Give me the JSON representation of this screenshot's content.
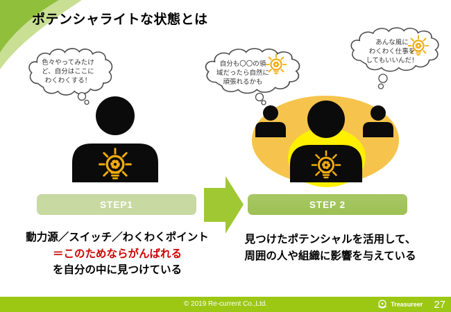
{
  "colors": {
    "green-dark": "#8FBF3B",
    "green-light": "#C9DF94",
    "green-footer": "#9CC713",
    "green-arrow": "#9FC832",
    "step1-bg": "#C8D9A2",
    "step2-bg": "#9DC153",
    "ellipse-yellow": "#F6C44C",
    "glow-yellow": "#FFF000",
    "bulb-orange": "#F2AC0D",
    "accent-red": "#CC0000"
  },
  "slide": {
    "title": "ポテンシャライトな状態とは"
  },
  "clouds": {
    "left": {
      "line1": "色々やってみたけ",
      "line2": "ど、自分はここに",
      "line3": "わくわくする！"
    },
    "middle": {
      "line1": "自分も〇〇の領",
      "line2": "域だったら自然に",
      "line3": "頑張れるかも"
    },
    "right": {
      "line1": "あんな風に",
      "line2": "わくわく仕事を",
      "line3": "してもいいんだ！"
    }
  },
  "steps": {
    "step1": {
      "label": "STEP1",
      "caption_line1": "動力源／スイッチ／わくわくポイント",
      "caption_line2": "＝このためならがんばれる",
      "caption_line3": "を自分の中に見つけている"
    },
    "step2": {
      "label": "STEP 2",
      "caption_line1": "見つけたポテンシャルを活用して、",
      "caption_line2": "周囲の人や組織に影響を与えている"
    }
  },
  "footer": {
    "copyright": "© 2019 Re-current  Co.,Ltd.",
    "brand": "Treasureer",
    "page_number": "27"
  }
}
